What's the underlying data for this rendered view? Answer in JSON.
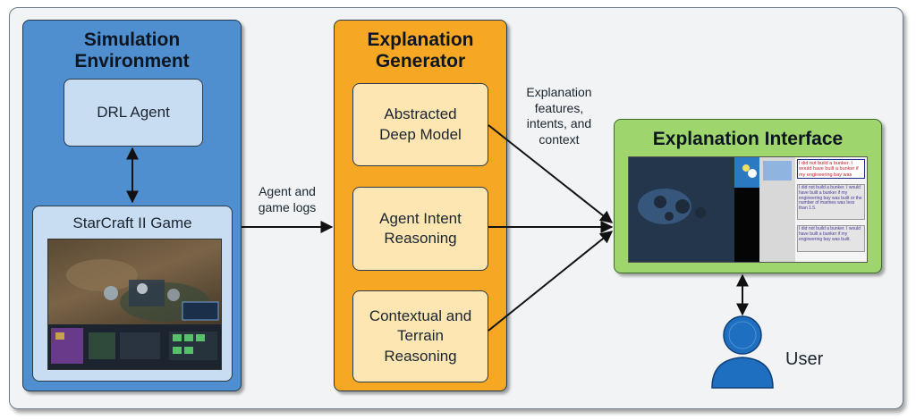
{
  "simulation": {
    "title": "Simulation Environment",
    "drl_agent": "DRL Agent",
    "game": "StarCraft II Game"
  },
  "generator": {
    "title": "Explanation Generator",
    "modules": [
      "Abstracted Deep Model",
      "Agent Intent Reasoning",
      "Contextual and Terrain Reasoning"
    ]
  },
  "interface": {
    "title": "Explanation Interface",
    "messages": [
      "I did not build a bunker. I would have built a bunker if my engineering bay was built.",
      "I did not build a bunker. I would have built a bunker if my engineering bay was built or the number of marines was less than 1.5.",
      "I did not build a bunker. I would have built a bunker if my engineering bay was built."
    ]
  },
  "edges": {
    "logs": "Agent and game logs",
    "features": "Explanation features, intents, and context"
  },
  "user": {
    "label": "User"
  },
  "colors": {
    "simulation": "#4f8fd0",
    "generator": "#f6a724",
    "interface": "#9ed56d",
    "box_blue": "#c9ddf2",
    "box_orange": "#fde6b2",
    "user_icon": "#1f6fc0"
  }
}
